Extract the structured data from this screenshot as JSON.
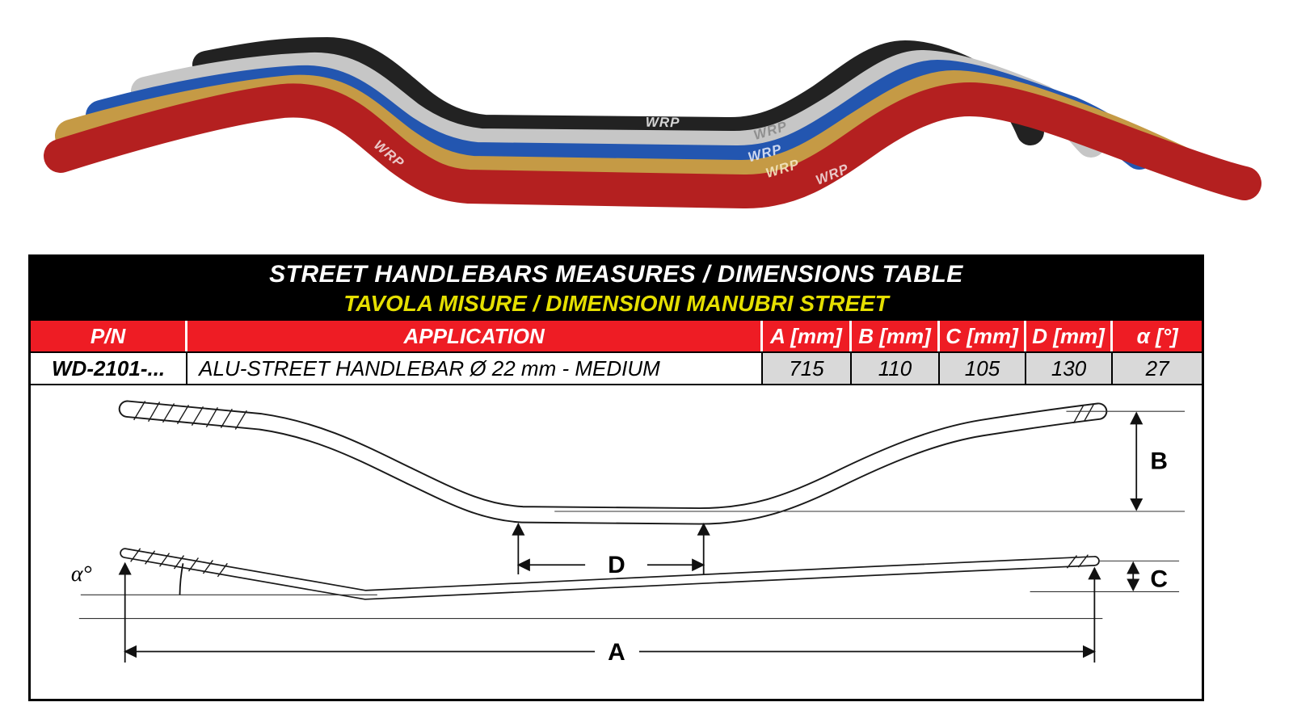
{
  "product": {
    "brand": "WRP",
    "description": "Stack of five alu-street handlebars",
    "bars": [
      {
        "name": "black",
        "color": "#222222"
      },
      {
        "name": "silver",
        "color": "#c6c6c6"
      },
      {
        "name": "blue",
        "color": "#2356b0"
      },
      {
        "name": "gold",
        "color": "#c59a45"
      },
      {
        "name": "red",
        "color": "#b42020"
      }
    ]
  },
  "table": {
    "title_en": "STREET HANDLEBARS MEASURES / DIMENSIONS TABLE",
    "title_it": "TAVOLA MISURE / DIMENSIONI MANUBRI STREET",
    "headers": [
      "P/N",
      "APPLICATION",
      "A [mm]",
      "B [mm]",
      "C [mm]",
      "D [mm]",
      "α [°]"
    ],
    "rows": [
      {
        "pn": "WD-2101-...",
        "application": "ALU-STREET HANDLEBAR Ø 22 mm - MEDIUM",
        "a": "715",
        "b": "110",
        "c": "105",
        "d": "130",
        "alpha": "27"
      }
    ]
  },
  "drawing": {
    "labels": {
      "a": "A",
      "b": "B",
      "c": "C",
      "d": "D",
      "alpha": "α°"
    }
  },
  "colors": {
    "header_red": "#ee1c24",
    "title_yellow": "#e5df00",
    "cell_gray": "#d9d9d9",
    "band_black": "#000000"
  }
}
